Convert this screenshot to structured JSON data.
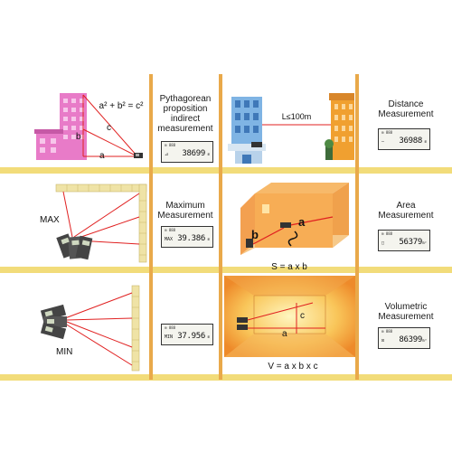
{
  "colors": {
    "yellow_band": "#f2dc7a",
    "orange_divider": "#e9a94a",
    "red_line": "#e02020",
    "pink_building": "#e87bc8",
    "blue_building": "#7fb4e4",
    "orange_building": "#f0a030"
  },
  "pythagorean": {
    "formula": "a² + b² = c²",
    "label_a": "a",
    "label_b": "b",
    "label_c": "c",
    "title_line1": "Pythagorean",
    "title_line2": "proposition",
    "title_line3": "indirect",
    "title_line4": "measurement",
    "display_value": "38699",
    "display_prefix": "⊿",
    "display_unit": "m",
    "display_mini": "⊞ 888"
  },
  "distance": {
    "range_label": "L≤100m",
    "title_line1": "Distance",
    "title_line2": "Measurement",
    "display_value": "36988",
    "display_prefix": "—",
    "display_unit": "m",
    "display_mini": "⊞ 888"
  },
  "maximum": {
    "side_label": "MAX",
    "title_line1": "Maximum",
    "title_line2": "Measurement",
    "display_value": "39.386",
    "display_prefix": "MAX",
    "display_unit": "m",
    "display_mini": "⊞ 888"
  },
  "area": {
    "formula": "S = a x b",
    "label_a": "a",
    "label_b": "b",
    "label_s": "S",
    "title_line1": "Area",
    "title_line2": "Measurement",
    "display_value": "56379",
    "display_prefix": "□",
    "display_unit": "m²",
    "display_mini": "⊞ 888"
  },
  "minimum": {
    "side_label": "MIN",
    "display_value": "37.956",
    "display_prefix": "MIN",
    "display_unit": "m",
    "display_mini": "⊞ 888"
  },
  "volumetric": {
    "formula": "V = a x b x c",
    "label_a": "a",
    "label_c": "c",
    "title_line1": "Volumetric",
    "title_line2": "Measurement",
    "display_value": "86399",
    "display_prefix": "⊡",
    "display_unit": "m³",
    "display_mini": "⊞ 888"
  }
}
